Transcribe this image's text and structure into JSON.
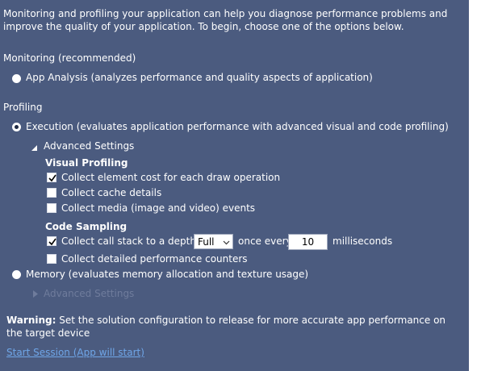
{
  "intro_text": "Monitoring and profiling your application can help you diagnose performance problems and improve the quality of your application. To begin, choose one of the options below.",
  "monitoring": {
    "header": "Monitoring (recommended)",
    "app_analysis_label": "App Analysis (analyzes performance and quality aspects of application)",
    "app_analysis_selected": false
  },
  "profiling": {
    "header": "Profiling",
    "execution": {
      "label": "Execution (evaluates application performance with advanced visual and code profiling)",
      "selected": true,
      "advanced_settings_label": "Advanced Settings",
      "expanded": true,
      "visual_profiling": {
        "header": "Visual Profiling",
        "options": [
          {
            "label": "Collect element cost for each draw operation",
            "checked": true
          },
          {
            "label": "Collect cache details",
            "checked": false
          },
          {
            "label": "Collect media (image and video) events",
            "checked": false
          }
        ]
      },
      "code_sampling": {
        "header": "Code Sampling",
        "call_stack_label": "Collect call stack to a depth of",
        "call_stack_checked": true,
        "depth_value": "Full",
        "once_every_label": "once every",
        "interval_value": "10",
        "milliseconds_label": "milliseconds",
        "perf_counters_label": "Collect detailed performance counters",
        "perf_counters_checked": false
      }
    },
    "memory": {
      "label": "Memory (evaluates memory allocation and texture usage)",
      "selected": false,
      "advanced_settings_label": "Advanced Settings",
      "expanded": false
    }
  },
  "warning": {
    "prefix": "Warning:",
    "text": " Set the solution configuration to release for more accurate app performance on the target device"
  },
  "start_session_link": "Start Session (App will start)",
  "colors": {
    "panel_bg": "#4b5b7f",
    "link": "#6fa6e8",
    "disabled_text": "#6f7c9c"
  }
}
